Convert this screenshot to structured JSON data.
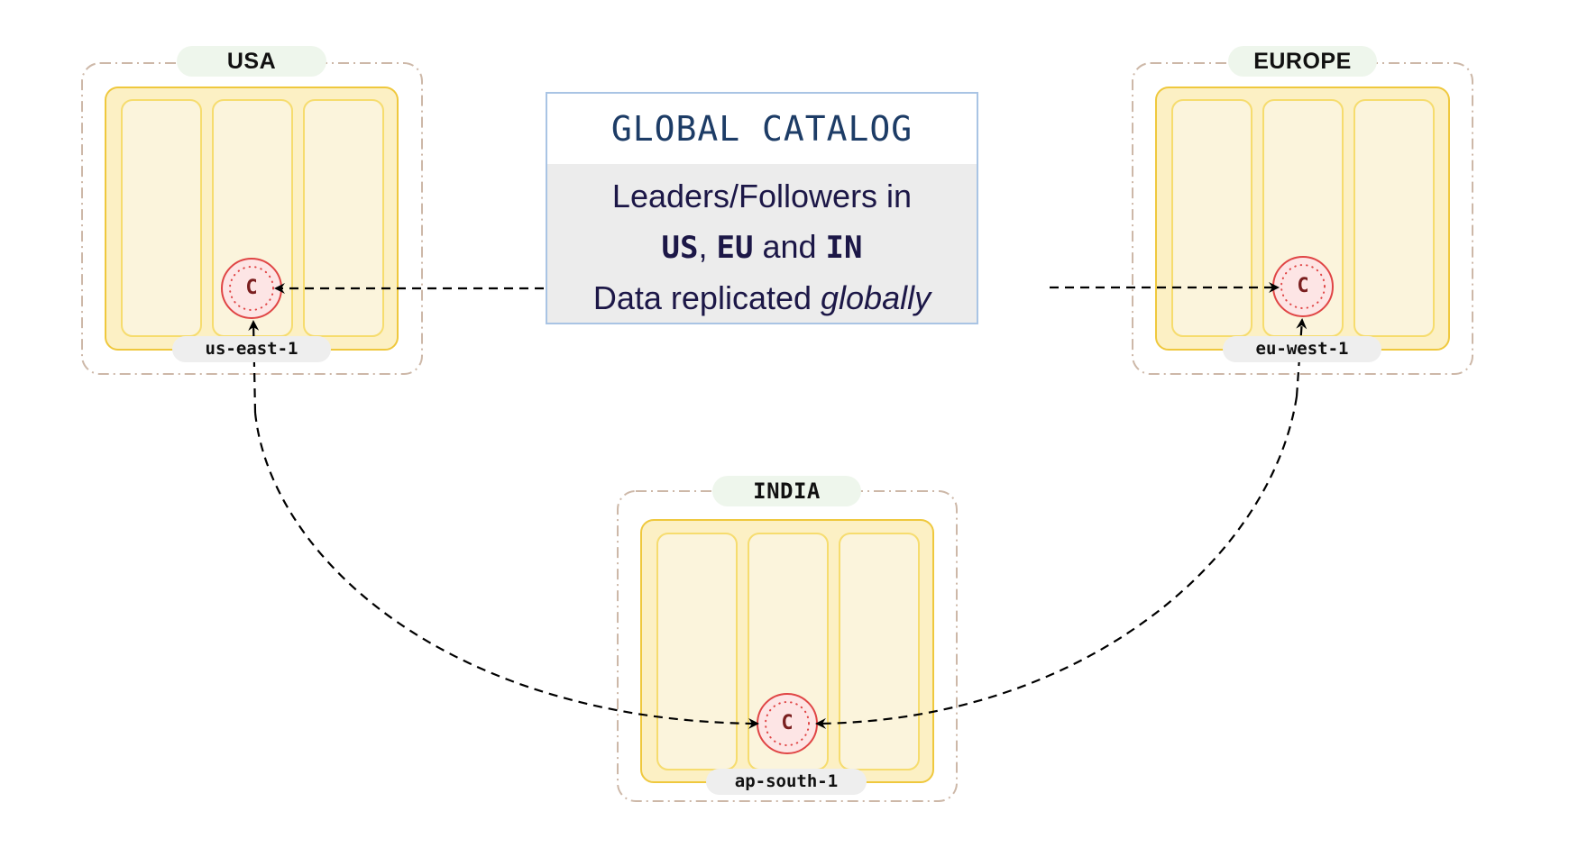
{
  "diagram": {
    "catalog": {
      "title": "GLOBAL CATALOG",
      "line1": "Leaders/Followers in",
      "line2_part1": "US",
      "line2_sep": ", ",
      "line2_part2": "EU",
      "line2_mid": " and ",
      "line2_part3": "IN",
      "line3_plain": "Data replicated ",
      "line3_italic": "globally"
    },
    "regions": [
      {
        "title": "USA",
        "zone": "us-east-1",
        "node": "C"
      },
      {
        "title": "EUROPE",
        "zone": "eu-west-1",
        "node": "C"
      },
      {
        "title": "INDIA",
        "zone": "ap-south-1",
        "node": "C"
      }
    ],
    "colors": {
      "region_border": "#cdb8a8",
      "zone_fill": "#fcf0c4",
      "zone_border": "#efc83d",
      "column_fill": "#fbf4dc",
      "column_border": "#f6dc6e",
      "node_fill": "#fde5e5",
      "node_stroke": "#e04545",
      "catalog_border": "#a9c4e4",
      "title_pill": "#eef6ec",
      "label_pill": "#eeeeee"
    }
  }
}
